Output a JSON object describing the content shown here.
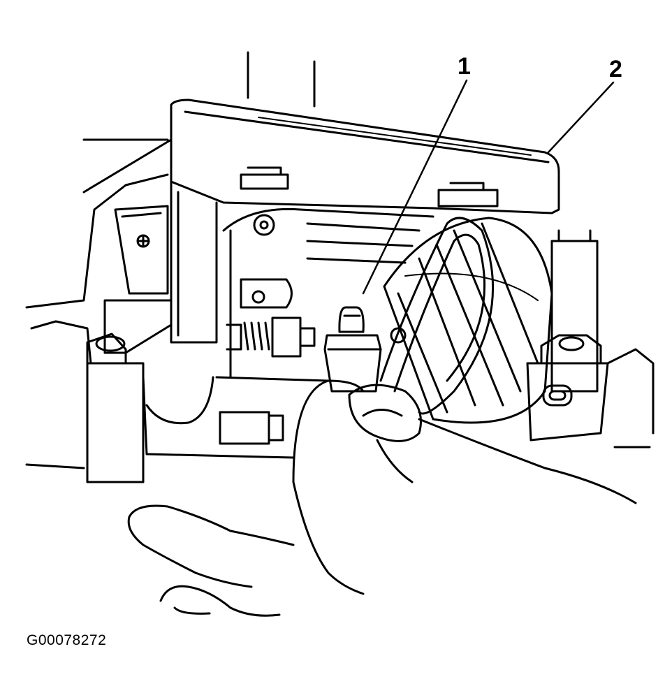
{
  "figure": {
    "figure_id": "G00078272",
    "callouts": [
      {
        "number": "1"
      },
      {
        "number": "2"
      }
    ],
    "line_color": "#000000",
    "background_color": "#ffffff"
  }
}
